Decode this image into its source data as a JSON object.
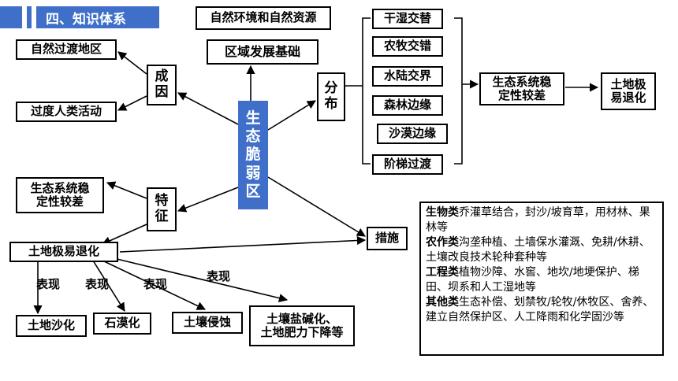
{
  "header": {
    "title": "四、知识体系"
  },
  "center": {
    "chars": [
      "生",
      "态",
      "脆",
      "弱",
      "区"
    ]
  },
  "top": {
    "resources": "自然环境和自然资源",
    "foundation": "区域发展基础"
  },
  "causes": {
    "label": "成\n因",
    "items": [
      "自然过渡地区",
      "过度人类活动"
    ]
  },
  "distribution": {
    "label": "分\n布",
    "items": [
      "干湿交替",
      "农牧交错",
      "水陆交界",
      "森林边缘",
      "沙漠边缘",
      "阶梯过渡"
    ],
    "result1": "生态系统稳\n定性较差",
    "result2": "土地极\n易退化"
  },
  "features": {
    "label": "特\n征",
    "unstable": "生态系统稳\n定性较差",
    "degradation": "土地极易退化",
    "manifest_label": "表现",
    "outcomes": [
      "土地沙化",
      "石漠化",
      "土壤侵蚀",
      "土壤盐碱化、\n土地肥力下降等"
    ]
  },
  "measures": {
    "label": "措施",
    "items": [
      {
        "head": "生物类",
        "body": "乔灌草结合，封沙/坡育草，用材林、果林等"
      },
      {
        "head": "农作类",
        "body": "沟垄种植、土墙保水灌溉、免耕/休耕、土壤改良技术轮种套种等"
      },
      {
        "head": "工程类",
        "body": "植物沙障、水窖、地坎/地埂保护、梯田、坝系和人工湿地等"
      },
      {
        "head": "其他类",
        "body": "生态补偿、划禁牧/轮牧/休牧区、舍养、建立自然保护区、人工降雨和化学固沙等"
      }
    ]
  },
  "colors": {
    "accent": "#3f6fc8",
    "line": "#000000"
  }
}
